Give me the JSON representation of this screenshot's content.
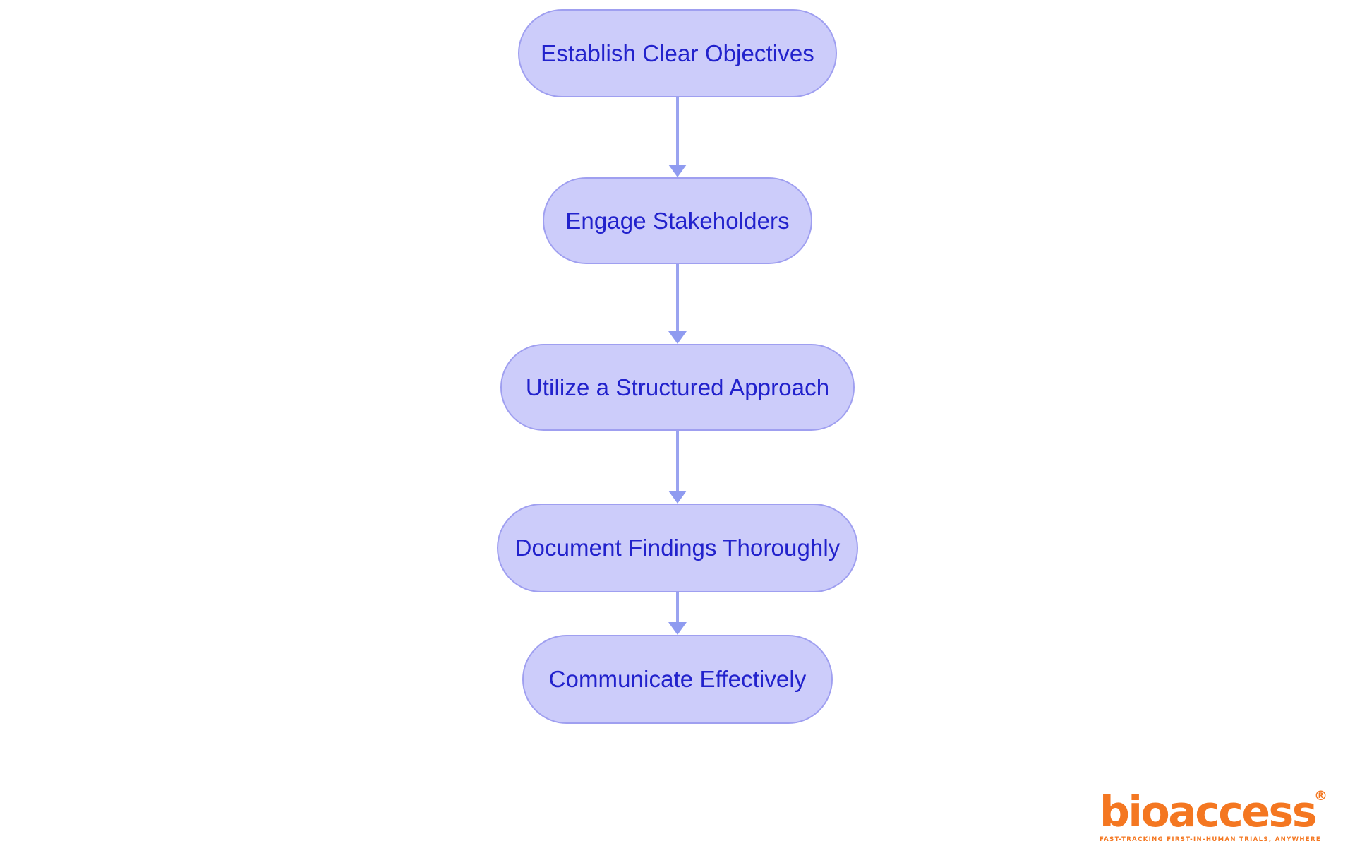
{
  "background_color": "#ffffff",
  "chart_data": {
    "type": "diagram",
    "diagram_type": "flowchart",
    "orientation": "vertical-top-to-bottom",
    "title": "",
    "node_style": {
      "shape": "stadium",
      "fill": "#ccccfa",
      "border": "#9f9ff0",
      "text_color": "#2222cc"
    },
    "edge_style": {
      "line_color": "#9aa3f0",
      "arrowhead": "solid-triangle",
      "arrow_color": "#8f9bf0"
    },
    "nodes": [
      {
        "id": "n0",
        "label": "Establish Clear Objectives"
      },
      {
        "id": "n1",
        "label": "Engage Stakeholders"
      },
      {
        "id": "n2",
        "label": "Utilize a Structured Approach"
      },
      {
        "id": "n3",
        "label": "Document Findings Thoroughly"
      },
      {
        "id": "n4",
        "label": "Communicate Effectively"
      }
    ],
    "edges": [
      {
        "from": "n0",
        "to": "n1"
      },
      {
        "from": "n1",
        "to": "n2"
      },
      {
        "from": "n2",
        "to": "n3"
      },
      {
        "from": "n3",
        "to": "n4"
      }
    ]
  },
  "flow": {
    "steps": [
      {
        "label": "Establish Clear Objectives"
      },
      {
        "label": "Engage Stakeholders"
      },
      {
        "label": "Utilize a Structured Approach"
      },
      {
        "label": "Document Findings Thoroughly"
      },
      {
        "label": "Communicate Effectively"
      }
    ]
  },
  "logo": {
    "wordmark": "bioaccess",
    "registered_mark": "®",
    "tagline": "FAST-TRACKING FIRST-IN-HUMAN TRIALS, ANYWHERE",
    "color": "#f47721"
  }
}
